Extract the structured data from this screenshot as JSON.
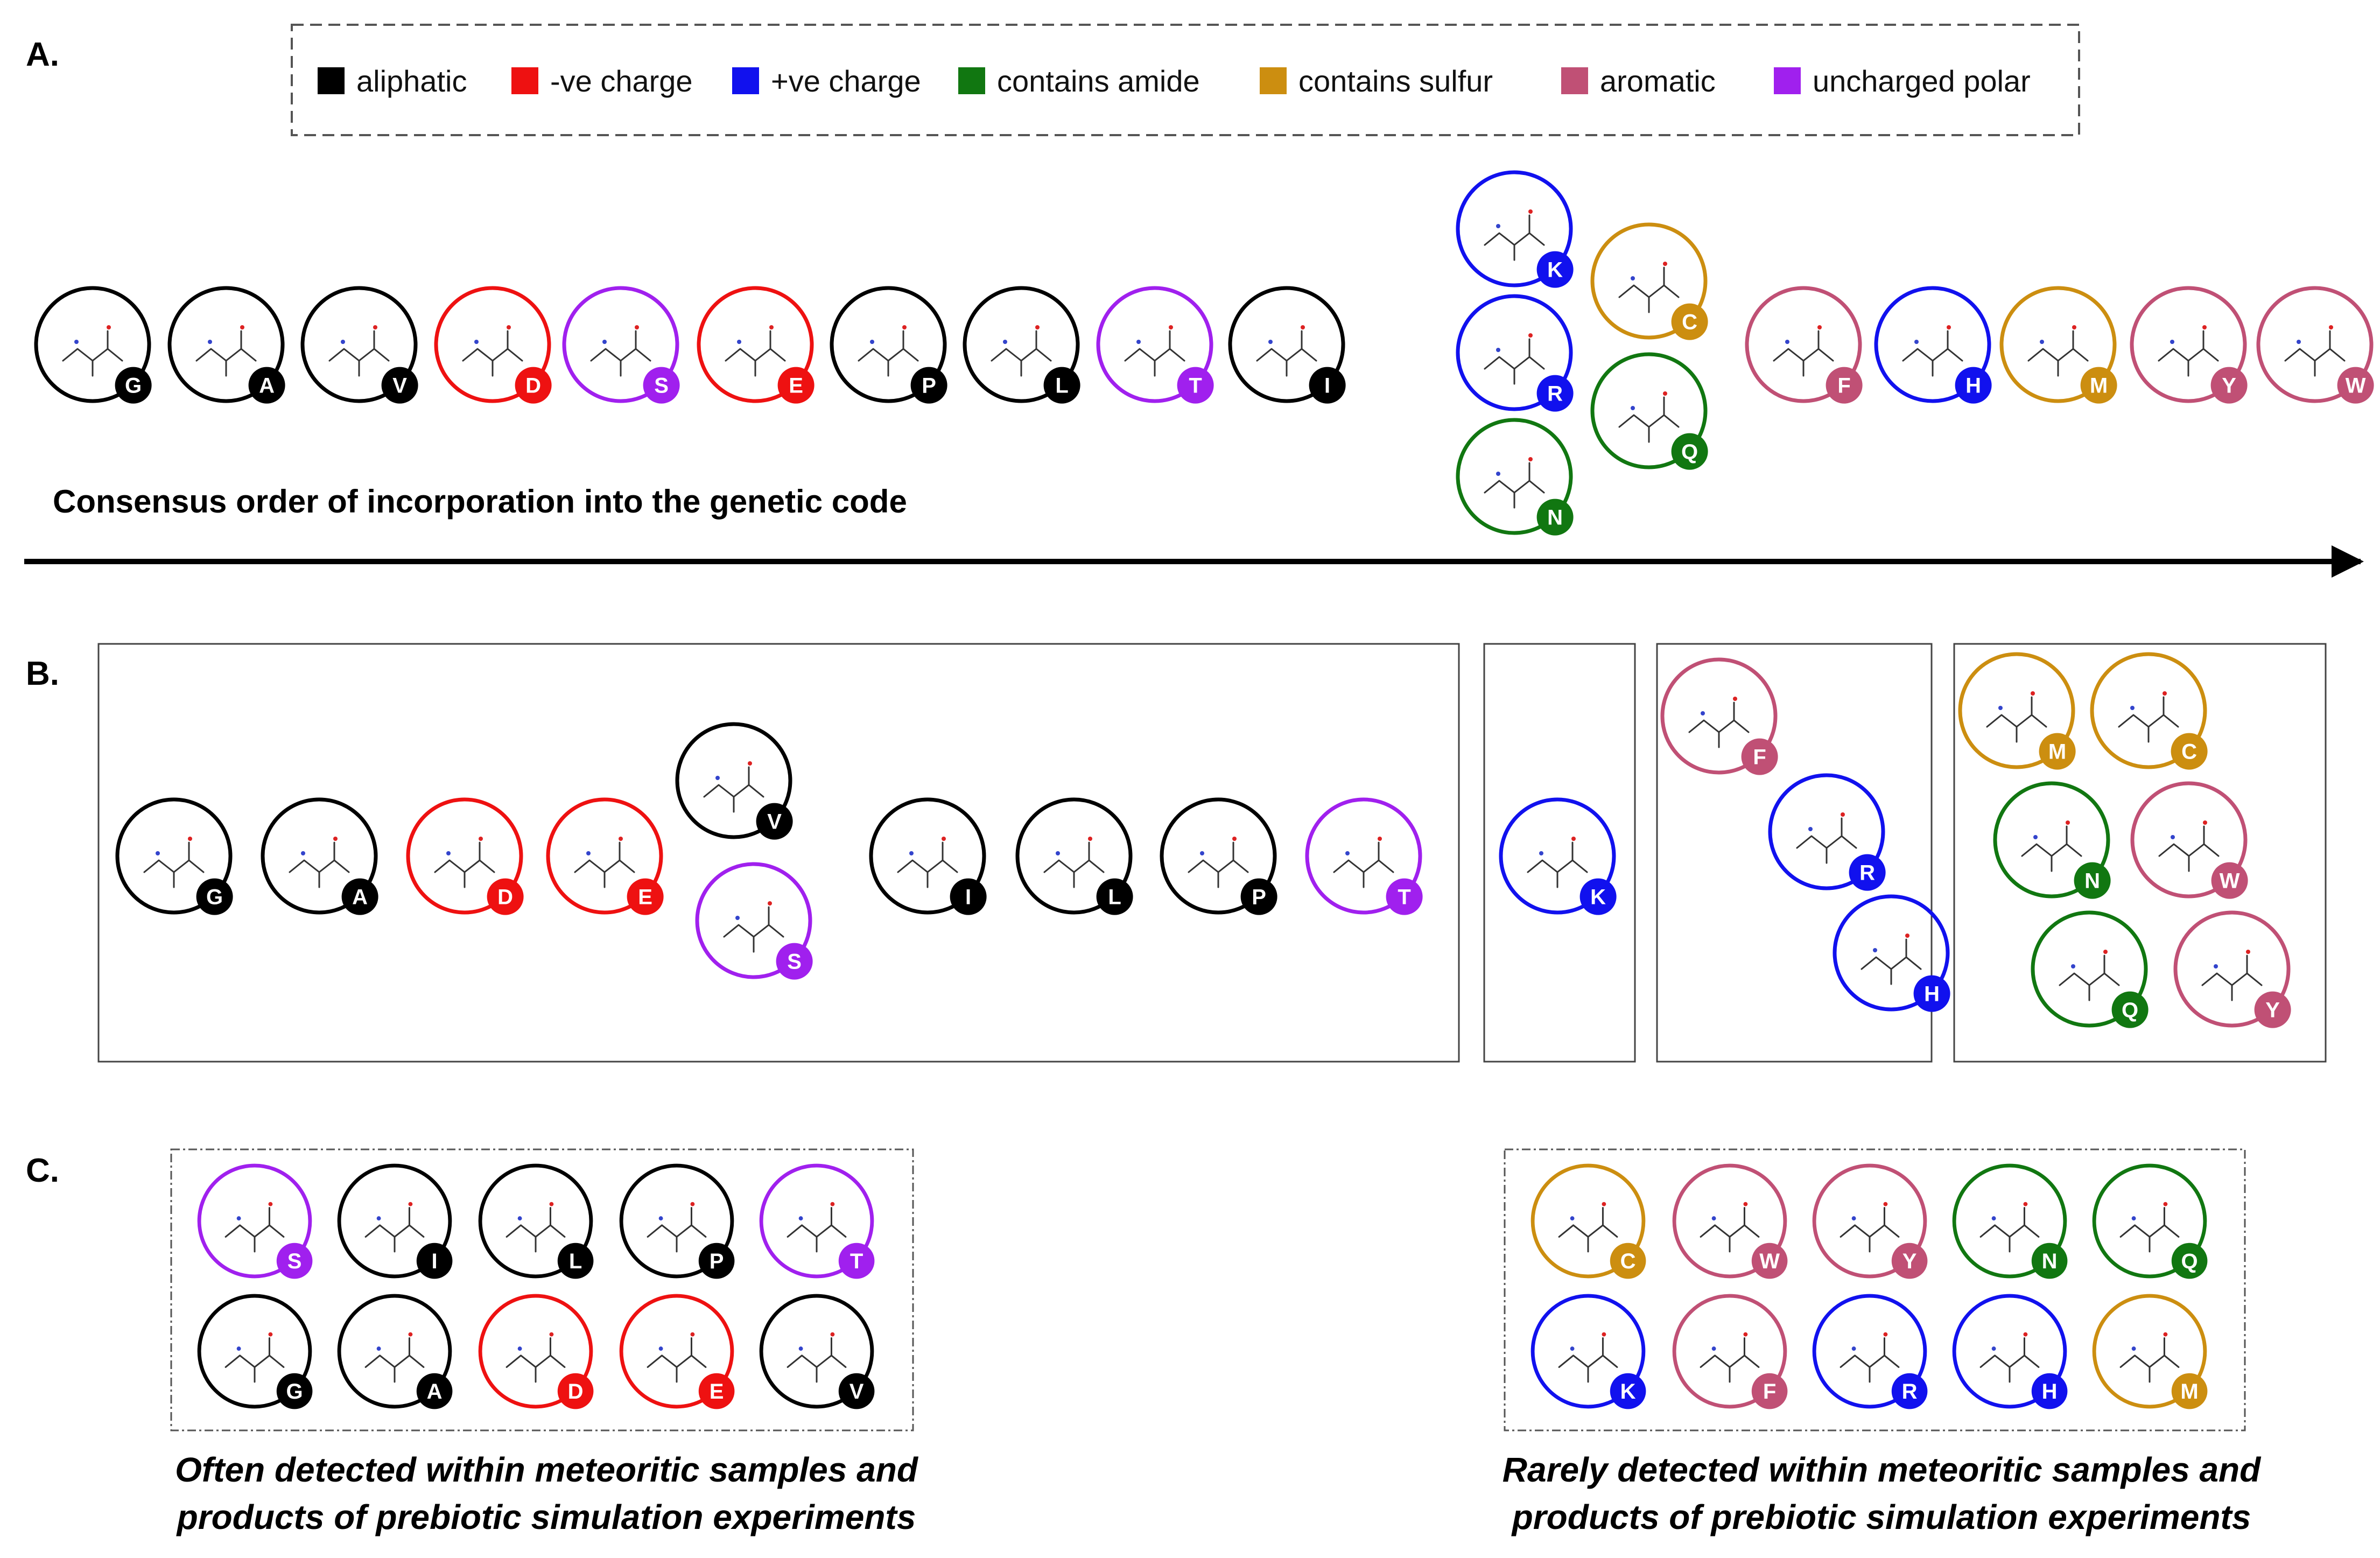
{
  "panels": {
    "a_label": "A.",
    "b_label": "B.",
    "c_label": "C."
  },
  "legend": [
    {
      "label": "aliphatic",
      "color": "#000000"
    },
    {
      "label": "-ve charge",
      "color": "#ee1111"
    },
    {
      "label": "+ve charge",
      "color": "#1111ee"
    },
    {
      "label": "contains amide",
      "color": "#117711"
    },
    {
      "label": "contains sulfur",
      "color": "#cc8e10"
    },
    {
      "label": "aromatic",
      "color": "#c05075"
    },
    {
      "label": "uncharged polar",
      "color": "#a020ee"
    }
  ],
  "categories": {
    "G": "aliphatic",
    "A": "aliphatic",
    "V": "aliphatic",
    "P": "aliphatic",
    "L": "aliphatic",
    "I": "aliphatic",
    "D": "-ve charge",
    "E": "-ve charge",
    "K": "+ve charge",
    "R": "+ve charge",
    "H": "+ve charge",
    "N": "contains amide",
    "Q": "contains amide",
    "C": "contains sulfur",
    "M": "contains sulfur",
    "F": "aromatic",
    "Y": "aromatic",
    "W": "aromatic",
    "S": "uncharged polar",
    "T": "uncharged polar"
  },
  "panel_a": {
    "caption": "Consensus order of incorporation into the genetic code",
    "order": [
      "G",
      "A",
      "V",
      "D",
      "S",
      "E",
      "P",
      "L",
      "T",
      "I",
      "K",
      "R",
      "N",
      "C",
      "Q",
      "F",
      "H",
      "M",
      "Y",
      "W"
    ]
  },
  "panel_b": {
    "groups": [
      [
        "G",
        "A",
        "D",
        "E",
        "V",
        "S",
        "I",
        "L",
        "P",
        "T"
      ],
      [
        "K"
      ],
      [
        "F",
        "R",
        "H"
      ],
      [
        "M",
        "C",
        "N",
        "W",
        "Q",
        "Y"
      ]
    ]
  },
  "panel_c": {
    "often": {
      "members": [
        "S",
        "I",
        "L",
        "P",
        "T",
        "G",
        "A",
        "D",
        "E",
        "V"
      ],
      "caption_line1": "Often detected within meteoritic samples and",
      "caption_line2": "products of prebiotic simulation experiments"
    },
    "rarely": {
      "members": [
        "C",
        "W",
        "Y",
        "N",
        "Q",
        "K",
        "F",
        "R",
        "H",
        "M"
      ],
      "caption_line1": "Rarely detected within meteoritic samples and",
      "caption_line2": "products of prebiotic simulation experiments"
    }
  }
}
